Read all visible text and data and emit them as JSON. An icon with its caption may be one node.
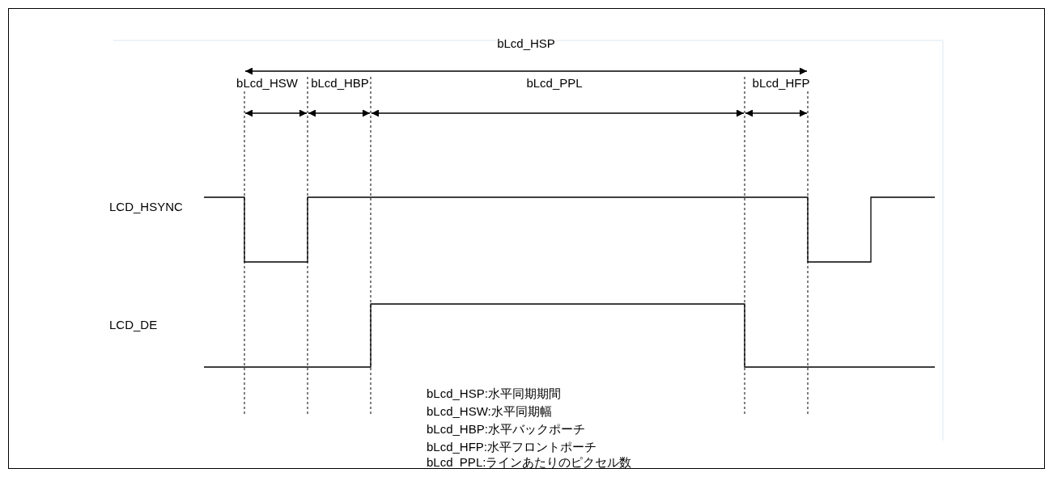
{
  "diagram": {
    "labels": [
      "bLcd_HSP",
      "bLcd_HSW",
      "bLcd_HBP",
      "bLcd_PPL",
      "bLcd_HFP",
      "LCD_HSYNC",
      "LCD_DE",
      "bLcd_HSP:水平同期期間",
      "bLcd_HSW:水平同期幅",
      "bLcd_HBP:水平バックポーチ",
      "bLcd_HFP:水平フロントポーチ",
      "bLcd_PPL:ラインあたりのピクセル数"
    ]
  }
}
